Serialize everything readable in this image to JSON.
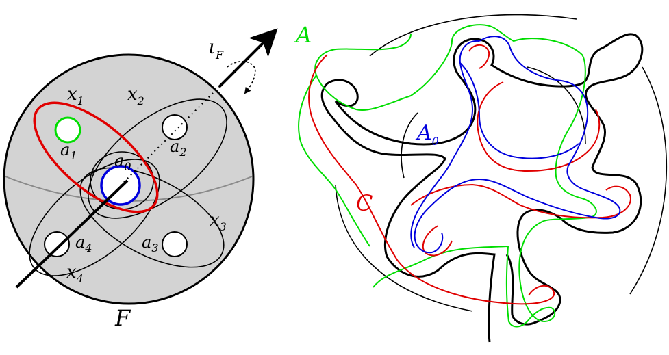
{
  "left_figure": {
    "surface_label": "F",
    "axis_label": "ι",
    "axis_label_sub": "F",
    "curves": [
      {
        "name": "x",
        "sub": "1",
        "color": "#e00000"
      },
      {
        "name": "x",
        "sub": "2",
        "color": "#000000"
      },
      {
        "name": "x",
        "sub": "3",
        "color": "#000000"
      },
      {
        "name": "x",
        "sub": "4",
        "color": "#000000"
      }
    ],
    "holes": [
      {
        "name": "a",
        "sub": "0",
        "color": "#0000dd"
      },
      {
        "name": "a",
        "sub": "1",
        "color": "#00dd00"
      },
      {
        "name": "a",
        "sub": "2",
        "color": "#000000"
      },
      {
        "name": "a",
        "sub": "3",
        "color": "#000000"
      },
      {
        "name": "a",
        "sub": "4",
        "color": "#000000"
      }
    ]
  },
  "right_figure": {
    "curve_A": {
      "label": "A",
      "color": "#00dd00"
    },
    "curve_A0": {
      "label": "A",
      "sub": "0",
      "color": "#0000dd"
    },
    "curve_C": {
      "label": "C",
      "color": "#e00000"
    }
  }
}
